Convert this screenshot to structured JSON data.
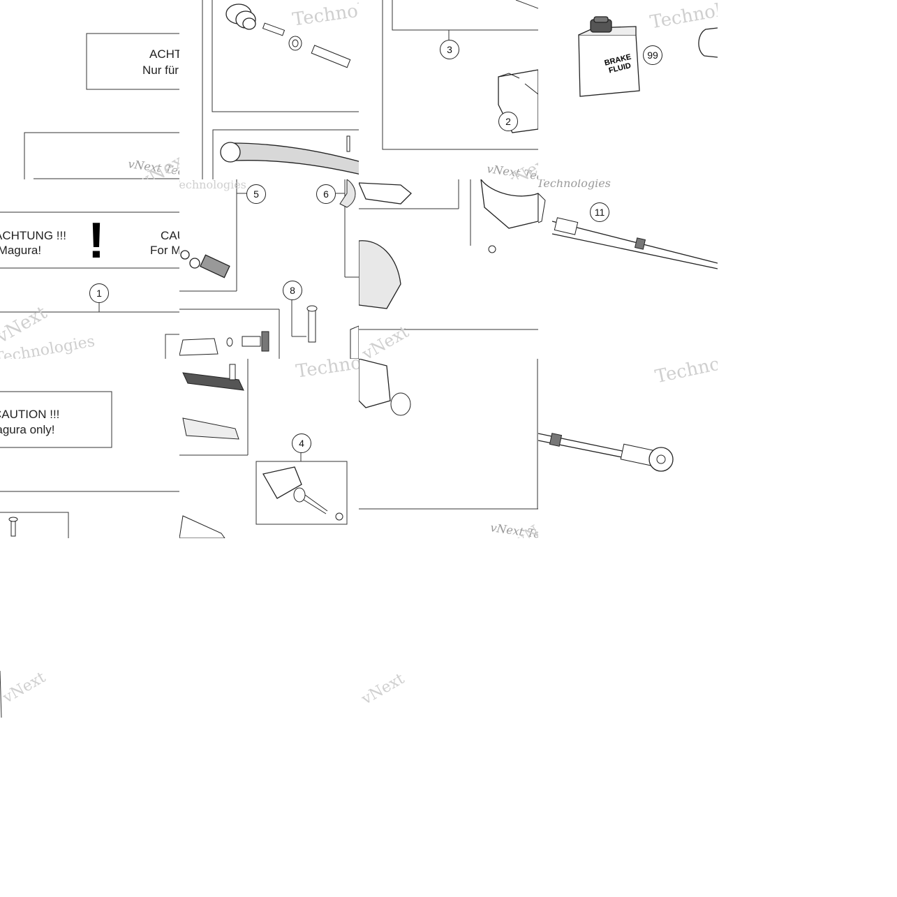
{
  "watermark": {
    "word": "Technologies",
    "prefix": "vNext",
    "full": "vNext Technologies"
  },
  "warning": {
    "de_title": "ACHTUNG !!!",
    "de_text": "Nur für Magura!",
    "exclaim": "!",
    "en_title": "CAUTION !!!",
    "en_text": "For Magura only!"
  },
  "callouts": {
    "c1": "1",
    "c2": "2",
    "c3": "3",
    "c4": "4",
    "c5": "5",
    "c6": "6",
    "c8": "8",
    "c11": "11",
    "c99": "99"
  },
  "can_label": {
    "line1": "BRAKE",
    "line2": "FLUID"
  }
}
